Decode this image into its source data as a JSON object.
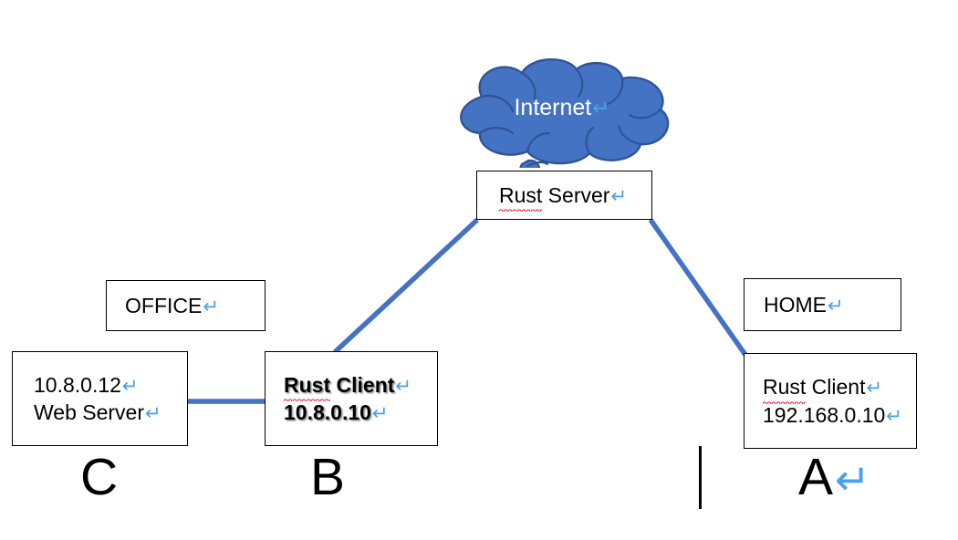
{
  "diagram": {
    "title": "Rust VPN network topology",
    "colors": {
      "cloud_fill": "#4573C4",
      "cloud_stroke": "#2F5496",
      "connector": "#4472C4",
      "box_border": "#000000",
      "return_mark": "#49A2EA",
      "spellcheck": "#E8102A"
    }
  },
  "cloud": {
    "label": "Internet",
    "return_mark": "↵"
  },
  "nodes": {
    "rust_server": {
      "lines": [
        {
          "text": "Rust Server",
          "squiggle_word": "Rust",
          "rest": " Server",
          "return_mark": "↵"
        }
      ]
    },
    "office_label": {
      "text": "OFFICE",
      "return_mark": "↵"
    },
    "home_label": {
      "text": "HOME",
      "return_mark": "↵"
    },
    "web_server": {
      "line1": "10.8.0.12",
      "line2": "Web Server",
      "return_mark": "↵"
    },
    "client_b": {
      "line1_squiggle": "Rust",
      "line1_rest": " Client",
      "line2": "10.8.0.10",
      "return_mark": "↵"
    },
    "client_a": {
      "line1_squiggle": "Rust",
      "line1_rest": " Client",
      "line2": "192.168.0.10",
      "return_mark": "↵"
    }
  },
  "labels": {
    "c": "C",
    "b": "B",
    "a": "A",
    "a_return_mark": "↵"
  }
}
